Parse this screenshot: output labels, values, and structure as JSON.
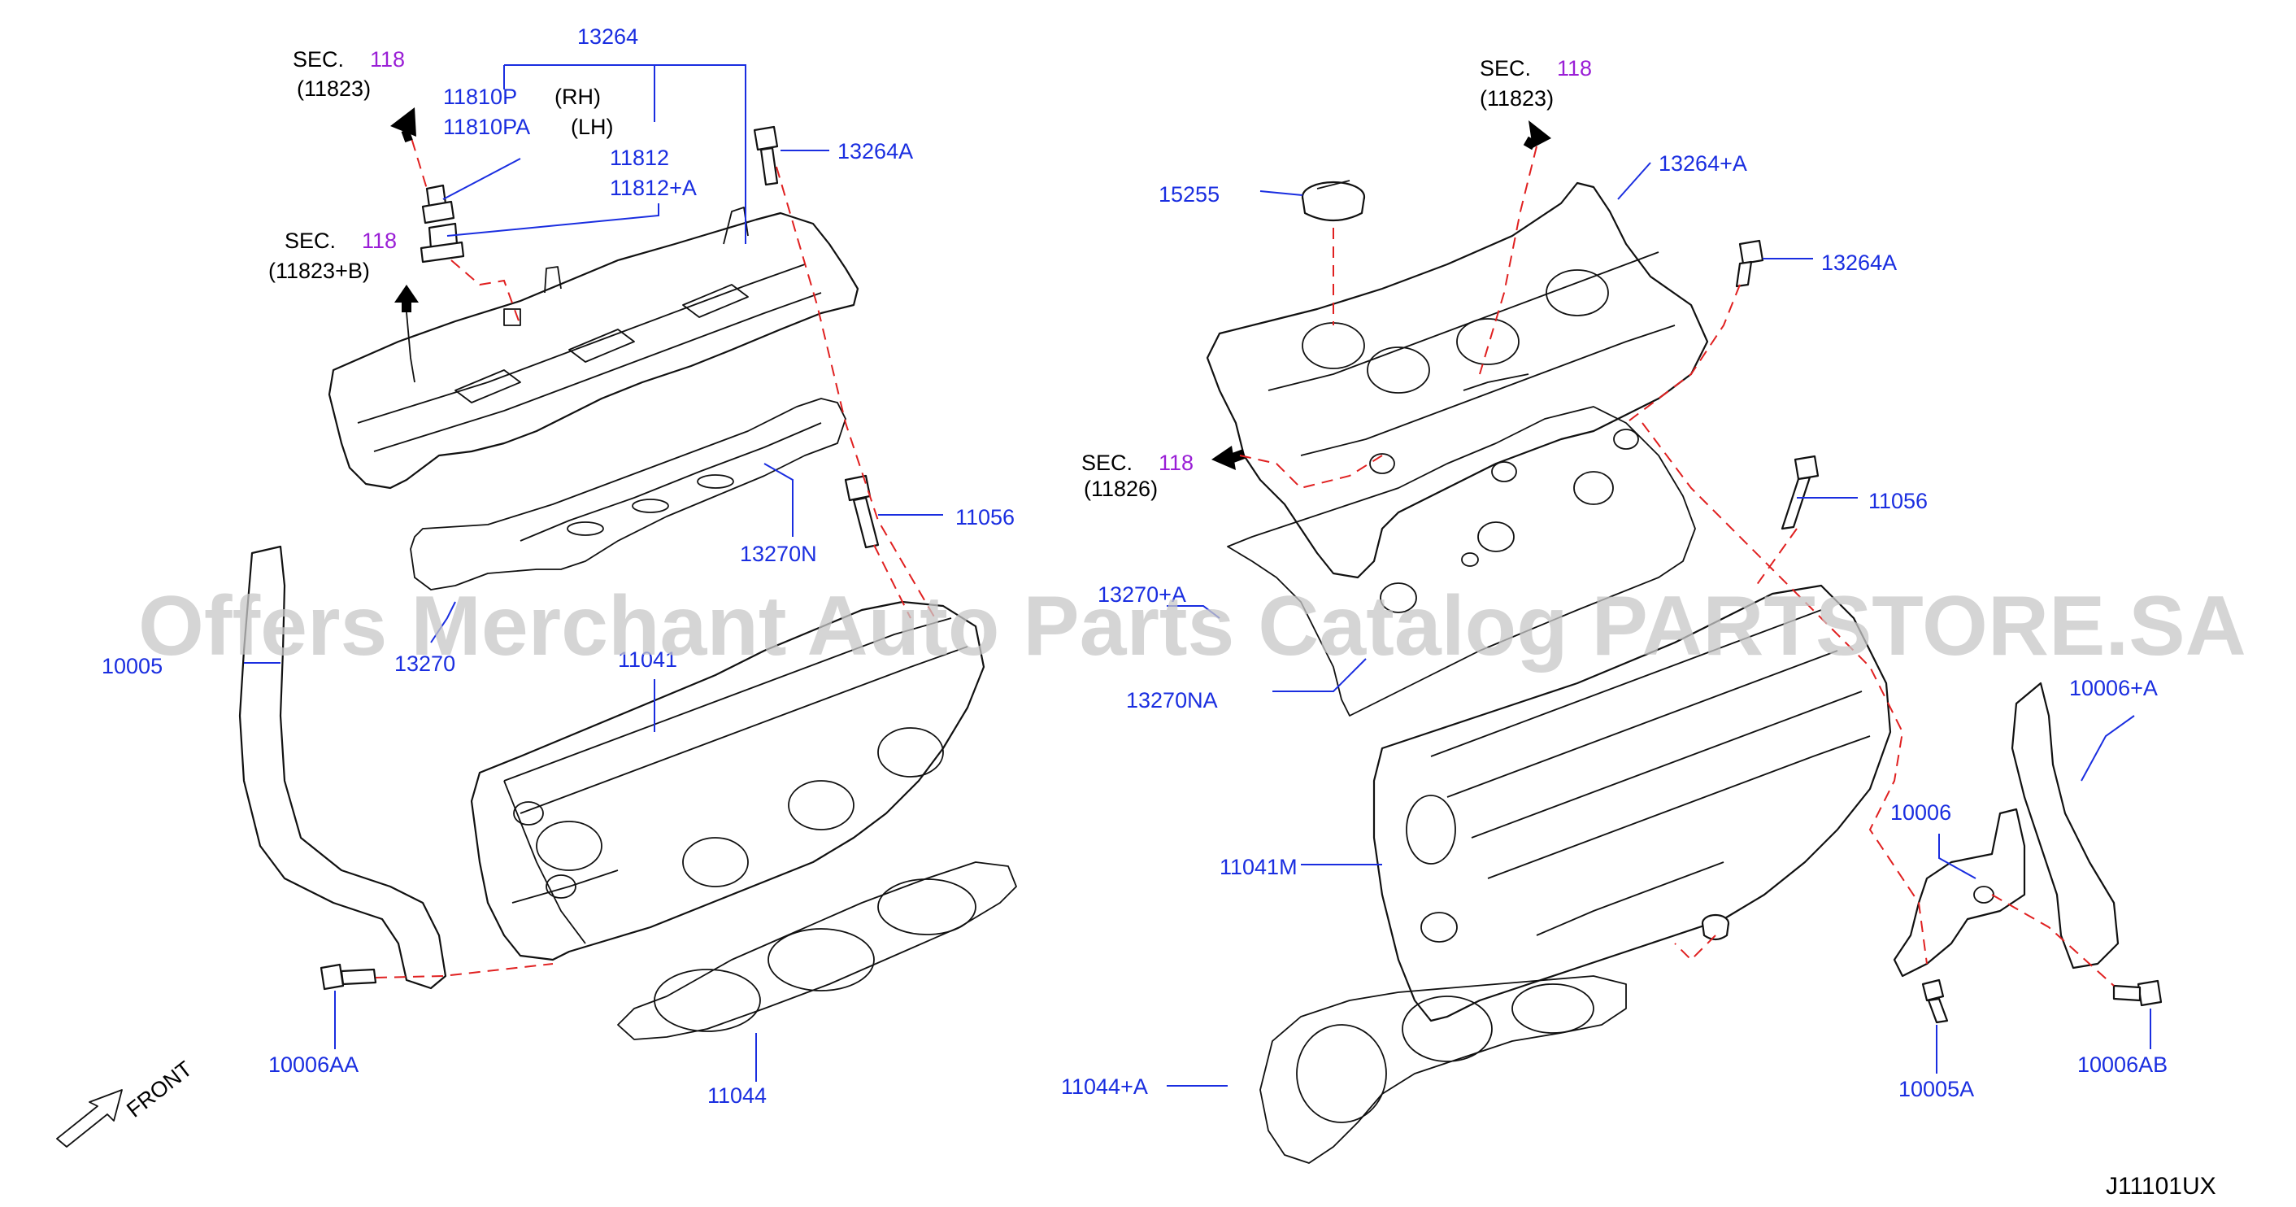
{
  "watermark": "Offers Merchant Auto Parts Catalog PARTSTORE.SA",
  "diagram_code": "J11101UX",
  "front_label": "FRONT",
  "sections": [
    {
      "prefix": "SEC.",
      "num": "118",
      "ref": "(11823)"
    },
    {
      "prefix": "SEC.",
      "num": "118",
      "ref": "(11823+B)"
    },
    {
      "prefix": "SEC.",
      "num": "118",
      "ref": "(11823)"
    },
    {
      "prefix": "SEC.",
      "num": "118",
      "ref": "(11826)"
    }
  ],
  "left_parts": {
    "p13264": "13264",
    "p11810P": "11810P",
    "rh": "(RH)",
    "p11810PA": "11810PA",
    "lh": "(LH)",
    "p11812": "11812",
    "p11812A": "11812+A",
    "p13264A": "13264A",
    "p13270N": "13270N",
    "p11056": "11056",
    "p10005": "10005",
    "p13270": "13270",
    "p11041": "11041",
    "p10006AA": "10006AA",
    "p11044": "11044"
  },
  "right_parts": {
    "p15255": "15255",
    "p13264A_plus": "13264+A",
    "p13264A": "13264A",
    "p11056": "11056",
    "p13270A": "13270+A",
    "p13270NA": "13270NA",
    "p10006A": "10006+A",
    "p10006": "10006",
    "p11041M": "11041M",
    "p11044A": "11044+A",
    "p10005A": "10005A",
    "p10006AB": "10006AB"
  }
}
